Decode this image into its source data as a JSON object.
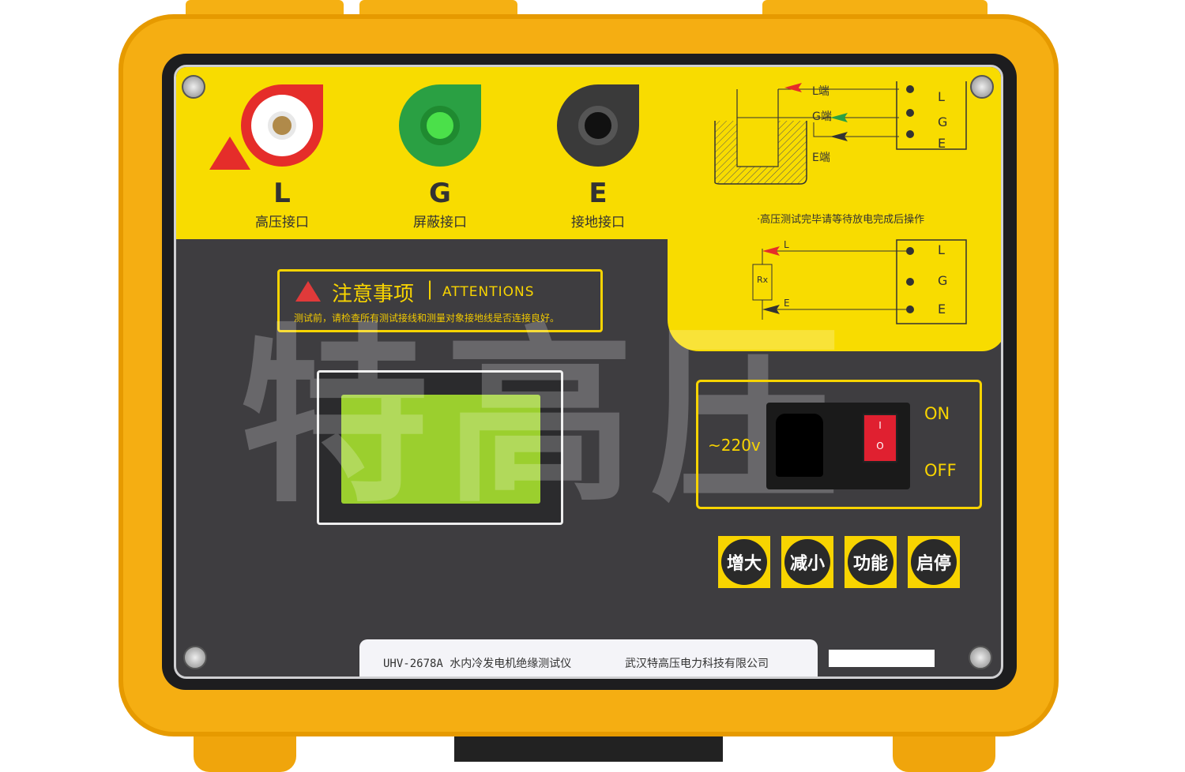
{
  "terminals": [
    {
      "letter": "L",
      "label": "高压接口",
      "color": "#e52d2a"
    },
    {
      "letter": "G",
      "label": "屏蔽接口",
      "color": "#2aa043"
    },
    {
      "letter": "E",
      "label": "接地接口",
      "color": "#3a3a3a"
    }
  ],
  "diagram_top": {
    "labels": [
      "L端",
      "G端",
      "E端"
    ],
    "terminals": [
      "L",
      "G",
      "E"
    ]
  },
  "diagram_note": "·高压测试完毕请等待放电完成后操作",
  "diagram_bottom": {
    "labels": [
      "L",
      "E"
    ],
    "resistor": "Rx",
    "terminals": [
      "L",
      "G",
      "E"
    ]
  },
  "attention": {
    "title_cn": "注意事项",
    "separator": "|",
    "title_en": "ATTENTIONS",
    "text": "测试前，请检查所有测试接线和测量对象接地线是否连接良好。"
  },
  "watermark": "特高压",
  "power": {
    "voltage": "~220v",
    "on": "ON",
    "off": "OFF",
    "switch_on": "I",
    "switch_off": "O"
  },
  "buttons": [
    "增大",
    "减小",
    "功能",
    "启停"
  ],
  "nameplate": {
    "model": "UHV-2678A 水内冷发电机绝缘测试仪",
    "company": "武汉特高压电力科技有限公司"
  },
  "colors": {
    "case": "#f5ae12",
    "panel_yellow": "#f8dc00",
    "panel_dark": "#3e3d40",
    "lcd": "#9bcf2e"
  }
}
